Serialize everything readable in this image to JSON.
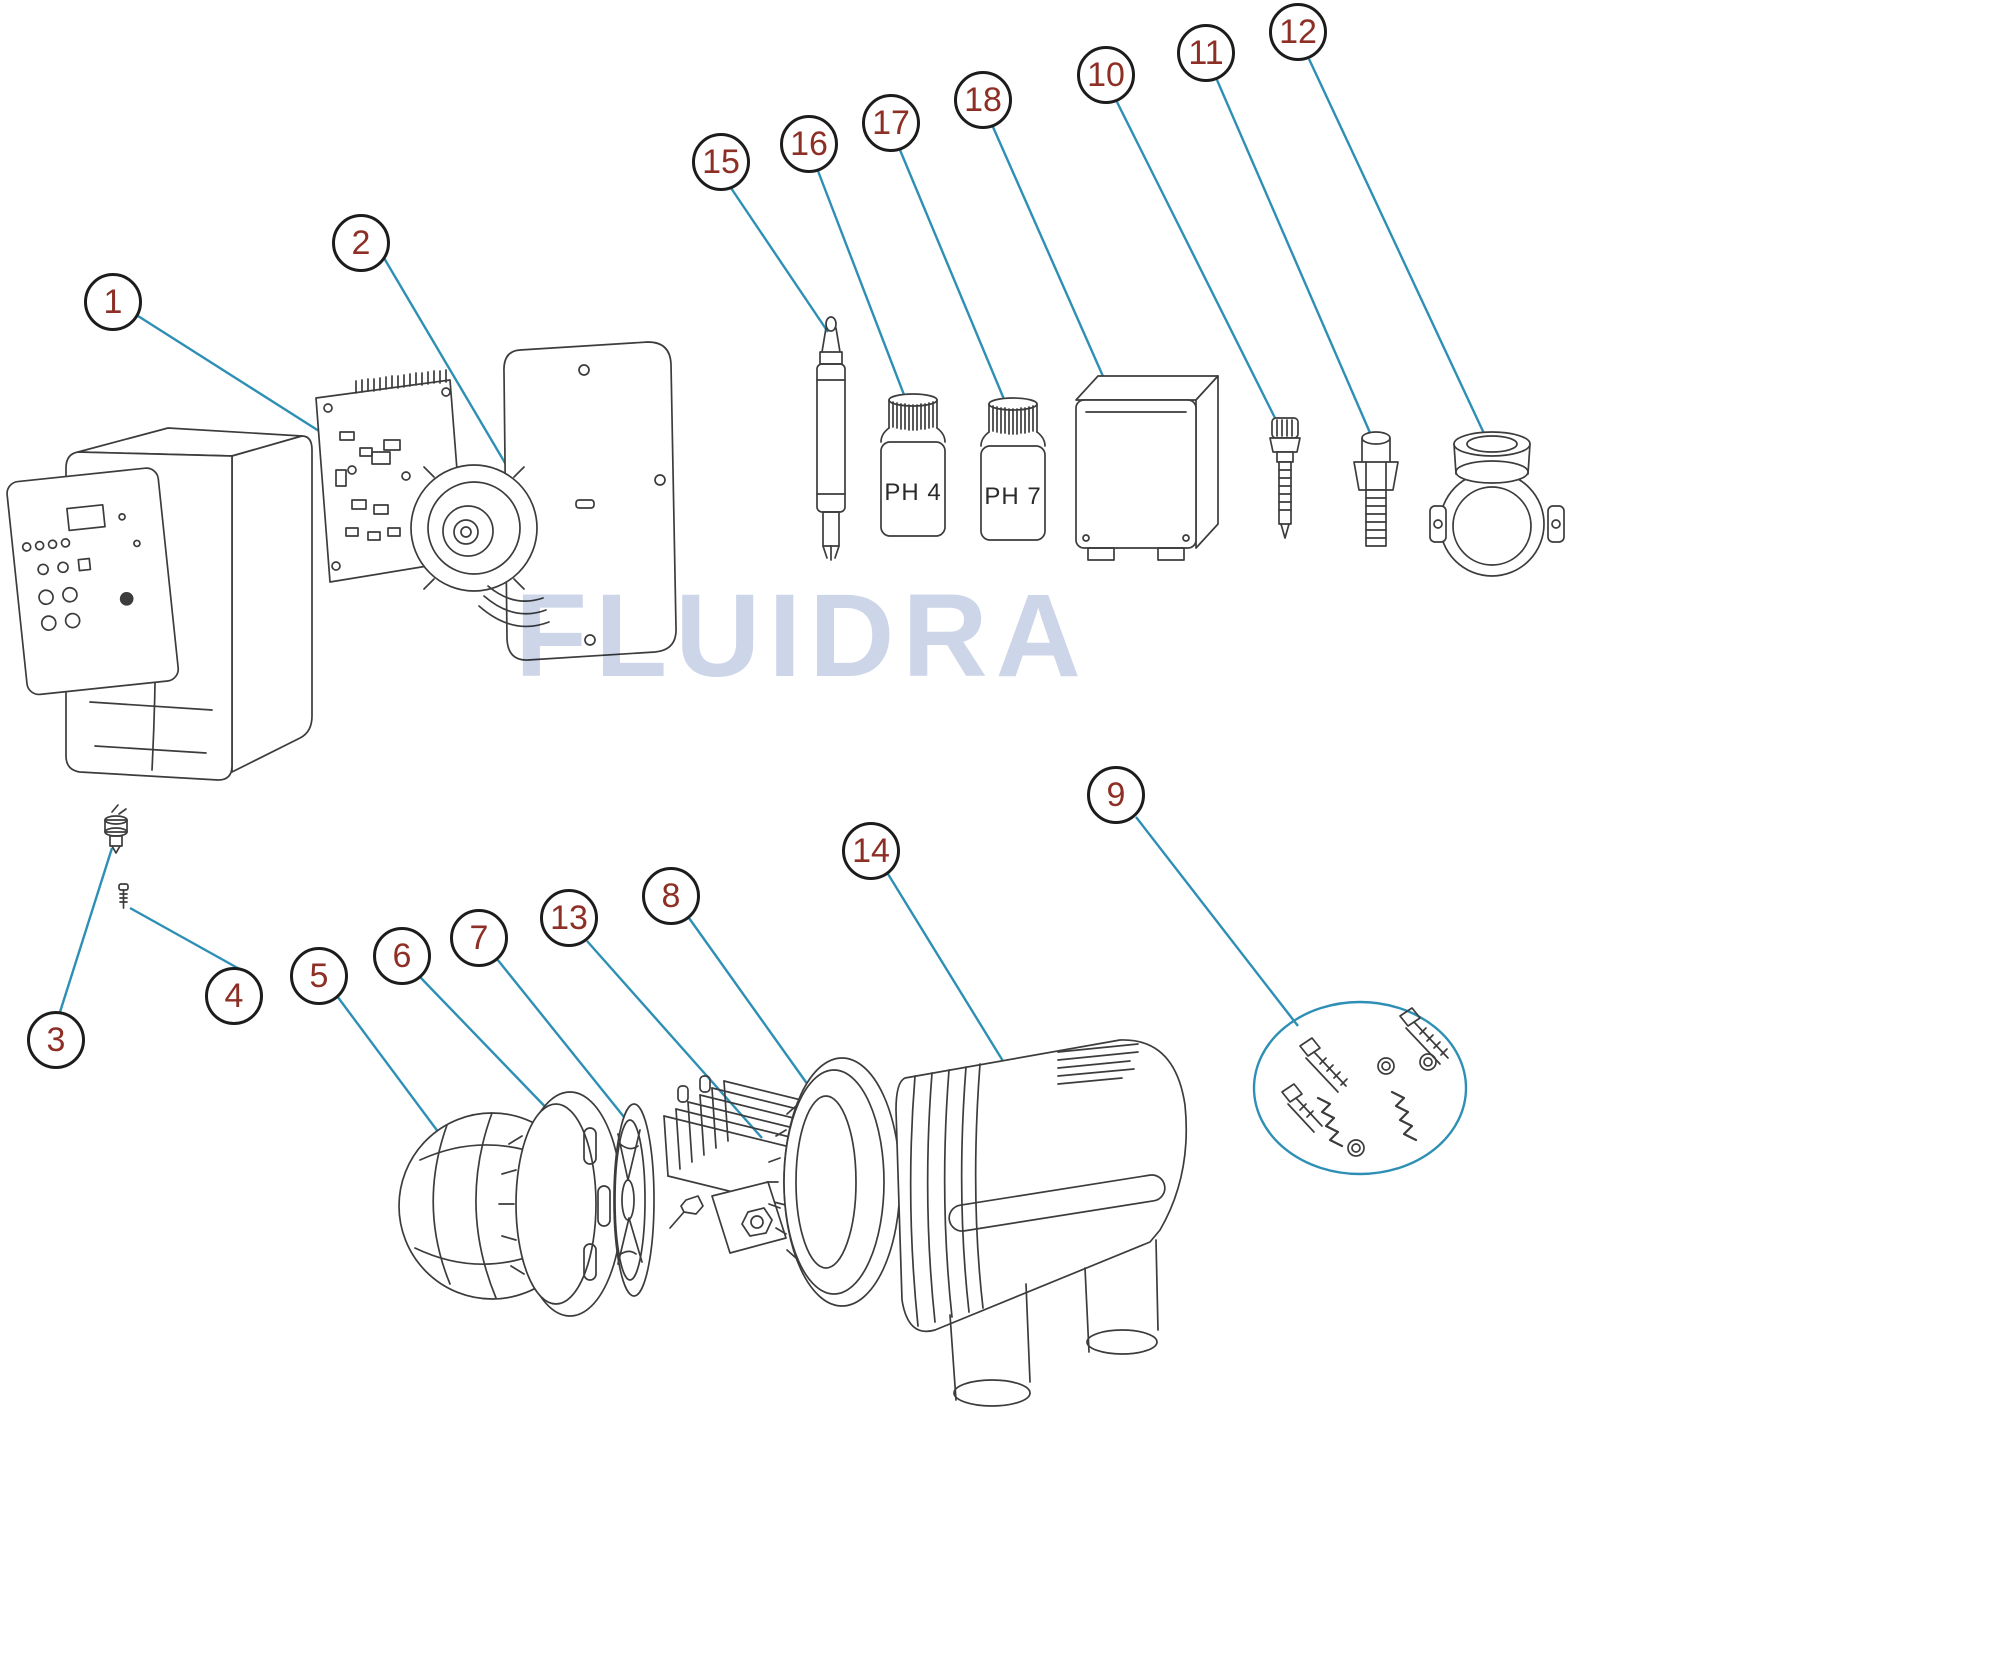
{
  "page": {
    "watermark": "FLUIDRA",
    "colors": {
      "leader_line": "#2e8fb5",
      "callout_border": "#1c1c1c",
      "callout_number": "#8e2f26",
      "drawing_stroke": "#3c3c3c",
      "watermark_color": "#ccd6e8"
    },
    "labels": {
      "ph4_bottle": "PH 4",
      "ph7_bottle": "PH 7"
    },
    "callouts": [
      {
        "number": "1",
        "part": "control-unit"
      },
      {
        "number": "2",
        "part": "pcb-pump-assembly"
      },
      {
        "number": "3",
        "part": "flow-sensor"
      },
      {
        "number": "4",
        "part": "screw"
      },
      {
        "number": "5",
        "part": "dome-cap"
      },
      {
        "number": "6",
        "part": "lock-ring"
      },
      {
        "number": "7",
        "part": "impeller-disc"
      },
      {
        "number": "8",
        "part": "cell-flange"
      },
      {
        "number": "9",
        "part": "hardware-kit"
      },
      {
        "number": "10",
        "part": "injection-valve"
      },
      {
        "number": "11",
        "part": "electrode-holder-fitting"
      },
      {
        "number": "12",
        "part": "clamp-saddle"
      },
      {
        "number": "13",
        "part": "electrode-plates"
      },
      {
        "number": "14",
        "part": "cell-housing"
      },
      {
        "number": "15",
        "part": "ph-probe"
      },
      {
        "number": "16",
        "part": "ph4-calibration-bottle"
      },
      {
        "number": "17",
        "part": "ph7-calibration-bottle"
      },
      {
        "number": "18",
        "part": "power-supply-box"
      }
    ]
  }
}
